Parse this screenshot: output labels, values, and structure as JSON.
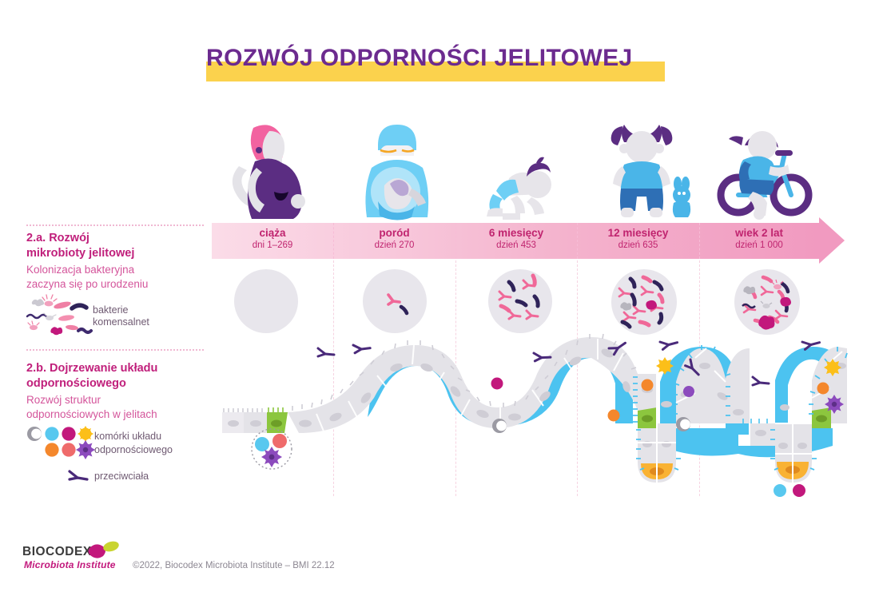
{
  "title": "ROZWÓJ ODPORNOŚCI JELITOWEJ",
  "colors": {
    "title_purple": "#6c2b8f",
    "title_band_yellow": "#fbd24d",
    "heading_pink": "#c01f7b",
    "subtext_pink": "#d4559b",
    "timeline_pink_light": "#fbdce8",
    "timeline_pink_dark": "#f19ac0",
    "mucus_blue": "#4cc3f0",
    "epithelium_gray": "#e4e3e8",
    "goblet_green": "#8cc63e",
    "paneth_yellow": "#f9b233",
    "antibody_purple": "#4a2a7a"
  },
  "sections": [
    {
      "id": "2a",
      "title": "2.a. Rozwój\nmikrobioty jelitowej",
      "title_line1": "2.a. Rozwój",
      "title_line2": "mikrobioty jelitowej",
      "subtitle_line1": "Kolonizacja bakteryjna",
      "subtitle_line2": "zaczyna się po urodzeniu",
      "legend": [
        {
          "icon": "bacteria-icon",
          "label_line1": "bakterie",
          "label_line2": "komensalnet"
        }
      ]
    },
    {
      "id": "2b",
      "title_line1": "2.b. Dojrzewanie układu",
      "title_line2": "odpornościowego",
      "subtitle_line1": "Rozwój struktur",
      "subtitle_line2": "odpornościowych w jelitach",
      "legend": [
        {
          "icon": "immune-cells-icon",
          "label_line1": "komórki układu",
          "label_line2": "odpornościowego"
        },
        {
          "icon": "antibody-icon",
          "label_line1": "przeciwciała",
          "label_line2": ""
        }
      ]
    }
  ],
  "timeline": [
    {
      "stage": "ciąża",
      "day": "dni 1–269",
      "character": "pregnant-woman-icon",
      "bacteria_count": 0
    },
    {
      "stage": "poród",
      "day": "dzień 270",
      "character": "doctor-newborn-icon",
      "bacteria_count": 2
    },
    {
      "stage": "6 miesięcy",
      "day": "dzień 453",
      "character": "crawling-baby-icon",
      "bacteria_count": 9
    },
    {
      "stage": "12 miesięcy",
      "day": "dzień 635",
      "character": "toddler-icon",
      "bacteria_count": 17
    },
    {
      "stage": "wiek 2 lat",
      "day": "dzień 1 000",
      "character": "child-on-bike-icon",
      "bacteria_count": 24
    }
  ],
  "footer": {
    "logo_word": "BIOCODEX",
    "logo_sub": "Microbiota Institute",
    "copyright": "©2022, Biocodex Microbiota Institute  –  BMI 22.12"
  }
}
